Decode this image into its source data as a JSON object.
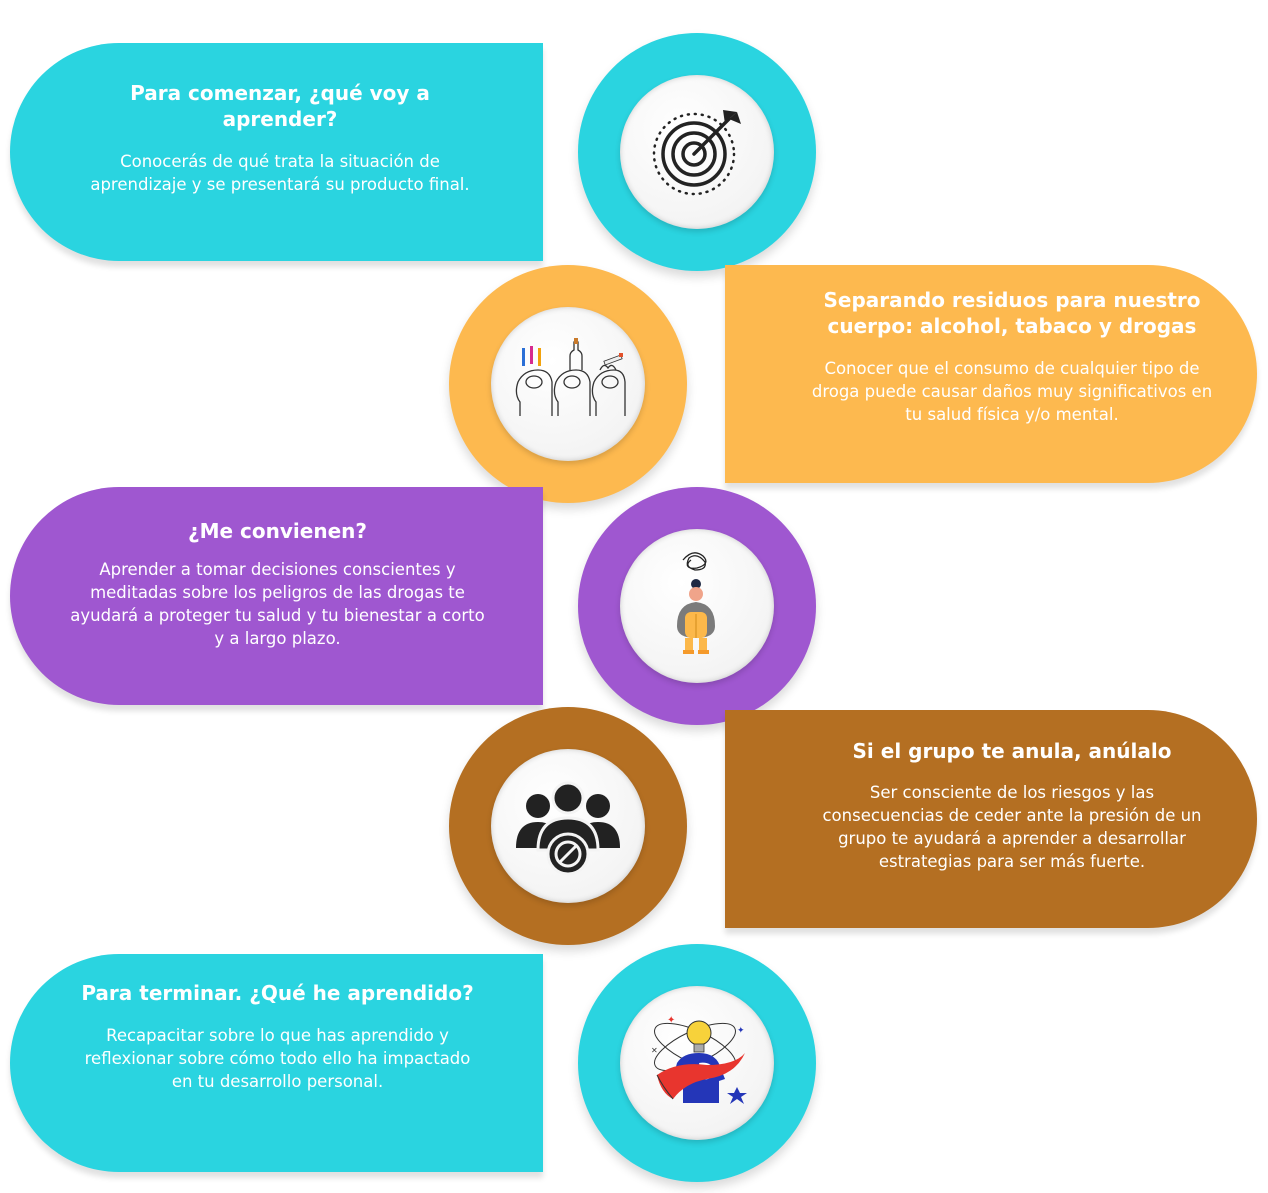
{
  "steps": [
    {
      "title": "Para comenzar, ¿qué voy a aprender?",
      "description": "Conocerás de qué trata la situación de aprendizaje y se presentará su producto final.",
      "color": "#2ad4e0",
      "icon": "target-icon"
    },
    {
      "title": "Separando residuos para nuestro cuerpo: alcohol, tabaco y drogas",
      "description": "Conocer que el consumo de cualquier tipo de droga puede causar daños muy significativos en tu salud física y/o mental.",
      "color": "#fdb94f",
      "icon": "substances-heads-icon"
    },
    {
      "title": "¿Me convienen?",
      "description": "Aprender a tomar decisiones conscientes y meditadas sobre los peligros de las drogas te ayudará a proteger tu salud y tu bienestar a corto y a largo plazo.",
      "color": "#9f57d0",
      "icon": "anxious-person-icon"
    },
    {
      "title": "Si el grupo te anula, anúlalo",
      "description": "Ser consciente de los riesgos y las consecuencias de ceder ante la presión de un grupo te ayudará a aprender a desarrollar estrategias para ser más fuerte.",
      "color": "#b46f22",
      "icon": "group-blocked-icon"
    },
    {
      "title": "Para terminar. ¿Qué he aprendido?",
      "description": "Recapacitar sobre lo que has aprendido y reflexionar sobre cómo todo ello ha impactado en tu desarrollo personal.",
      "color": "#2ad4e0",
      "icon": "idea-head-icon"
    }
  ]
}
